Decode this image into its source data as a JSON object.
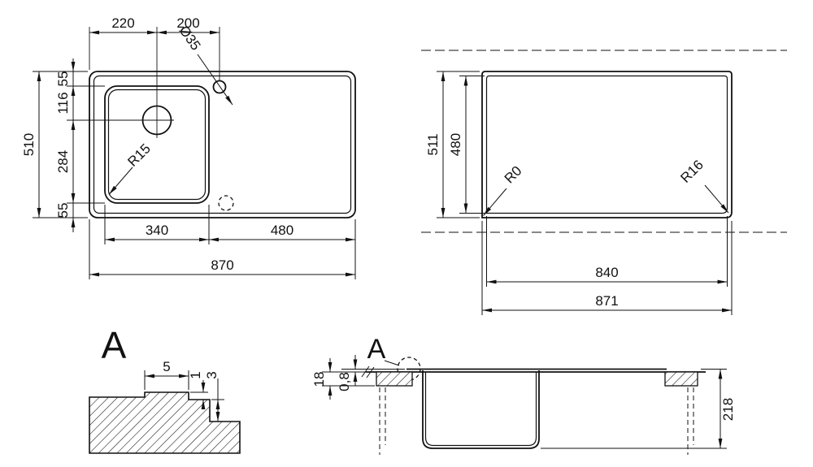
{
  "drawing": {
    "plan": {
      "d220": "220",
      "d200": "200",
      "dia35": "Ø35",
      "d510": "510",
      "d55a": "55",
      "d116": "116",
      "d284": "284",
      "d55b": "55",
      "r15": "R15",
      "d340": "340",
      "d480": "480",
      "d870": "870"
    },
    "cutout": {
      "d511": "511",
      "d480": "480",
      "r0": "R0",
      "r16": "R16",
      "d840": "840",
      "d871": "871"
    },
    "detail": {
      "label": "A",
      "d5": "5",
      "d1": "1",
      "d3": "3"
    },
    "section": {
      "label": "A",
      "d18": "18",
      "d0_8": "0,8",
      "d218": "218"
    }
  }
}
